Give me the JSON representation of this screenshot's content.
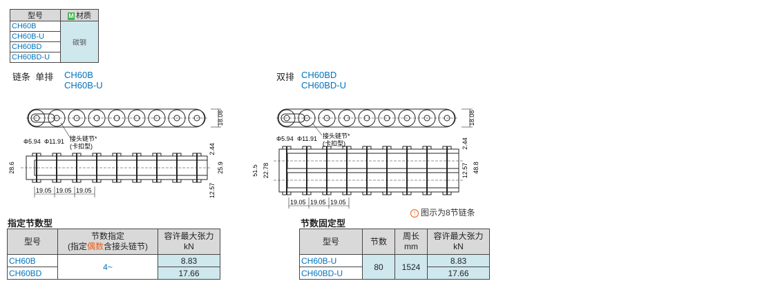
{
  "material_table": {
    "header_model": "型号",
    "header_material_badge": "M",
    "header_material": "材质",
    "models": [
      "CH60B",
      "CH60B-U",
      "CH60BD",
      "CH60BD-U"
    ],
    "material": "碳钢"
  },
  "single_chain": {
    "label_chain": "链条",
    "label_row": "单排",
    "codes": [
      "CH60B",
      "CH60B-U"
    ],
    "dim_pin": "Φ5.94",
    "dim_roller": "Φ11.91",
    "connector_label": "接头链节*",
    "connector_type": "(卡扣型)",
    "dim_height": "18.08",
    "dim_plate": "2.44",
    "dim_width_outer": "28.6",
    "dim_width_inner": "25.9",
    "dim_inner": "12.57",
    "pitch": "19.05"
  },
  "double_chain": {
    "label_row": "双排",
    "codes": [
      "CH60BD",
      "CH60BD-U"
    ],
    "dim_pin": "Φ5.94",
    "dim_roller": "Φ11.91",
    "connector_label": "接头链节*",
    "connector_type": "(卡扣型)",
    "dim_height": "18.08",
    "dim_plate": "2.44",
    "dim_width_outer": "51.5",
    "dim_transverse": "22.78",
    "dim_width_total": "48.8",
    "dim_inner": "12.57",
    "pitch": "19.05",
    "note": "图示为8节链条",
    "note_icon": "!"
  },
  "spec_table_1": {
    "title": "指定节数型",
    "headers": {
      "model": "型号",
      "links_line1": "节数指定",
      "links_line2_pre": "(指定",
      "links_line2_em": "偶数",
      "links_line2_post": "含接头链节)",
      "tension_line1": "容许最大张力",
      "tension_line2": "kN"
    },
    "rows": [
      {
        "model": "CH60B",
        "tension": "8.83"
      },
      {
        "model": "CH60BD",
        "tension": "17.66"
      }
    ],
    "links_value": "4~"
  },
  "spec_table_2": {
    "title": "节数固定型",
    "headers": {
      "model": "型号",
      "links": "节数",
      "length_line1": "周长",
      "length_line2": "mm",
      "tension_line1": "容许最大张力",
      "tension_line2": "kN"
    },
    "rows": [
      {
        "model": "CH60B-U",
        "tension": "8.83"
      },
      {
        "model": "CH60BD-U",
        "tension": "17.66"
      }
    ],
    "links_value": "80",
    "length_value": "1524"
  }
}
